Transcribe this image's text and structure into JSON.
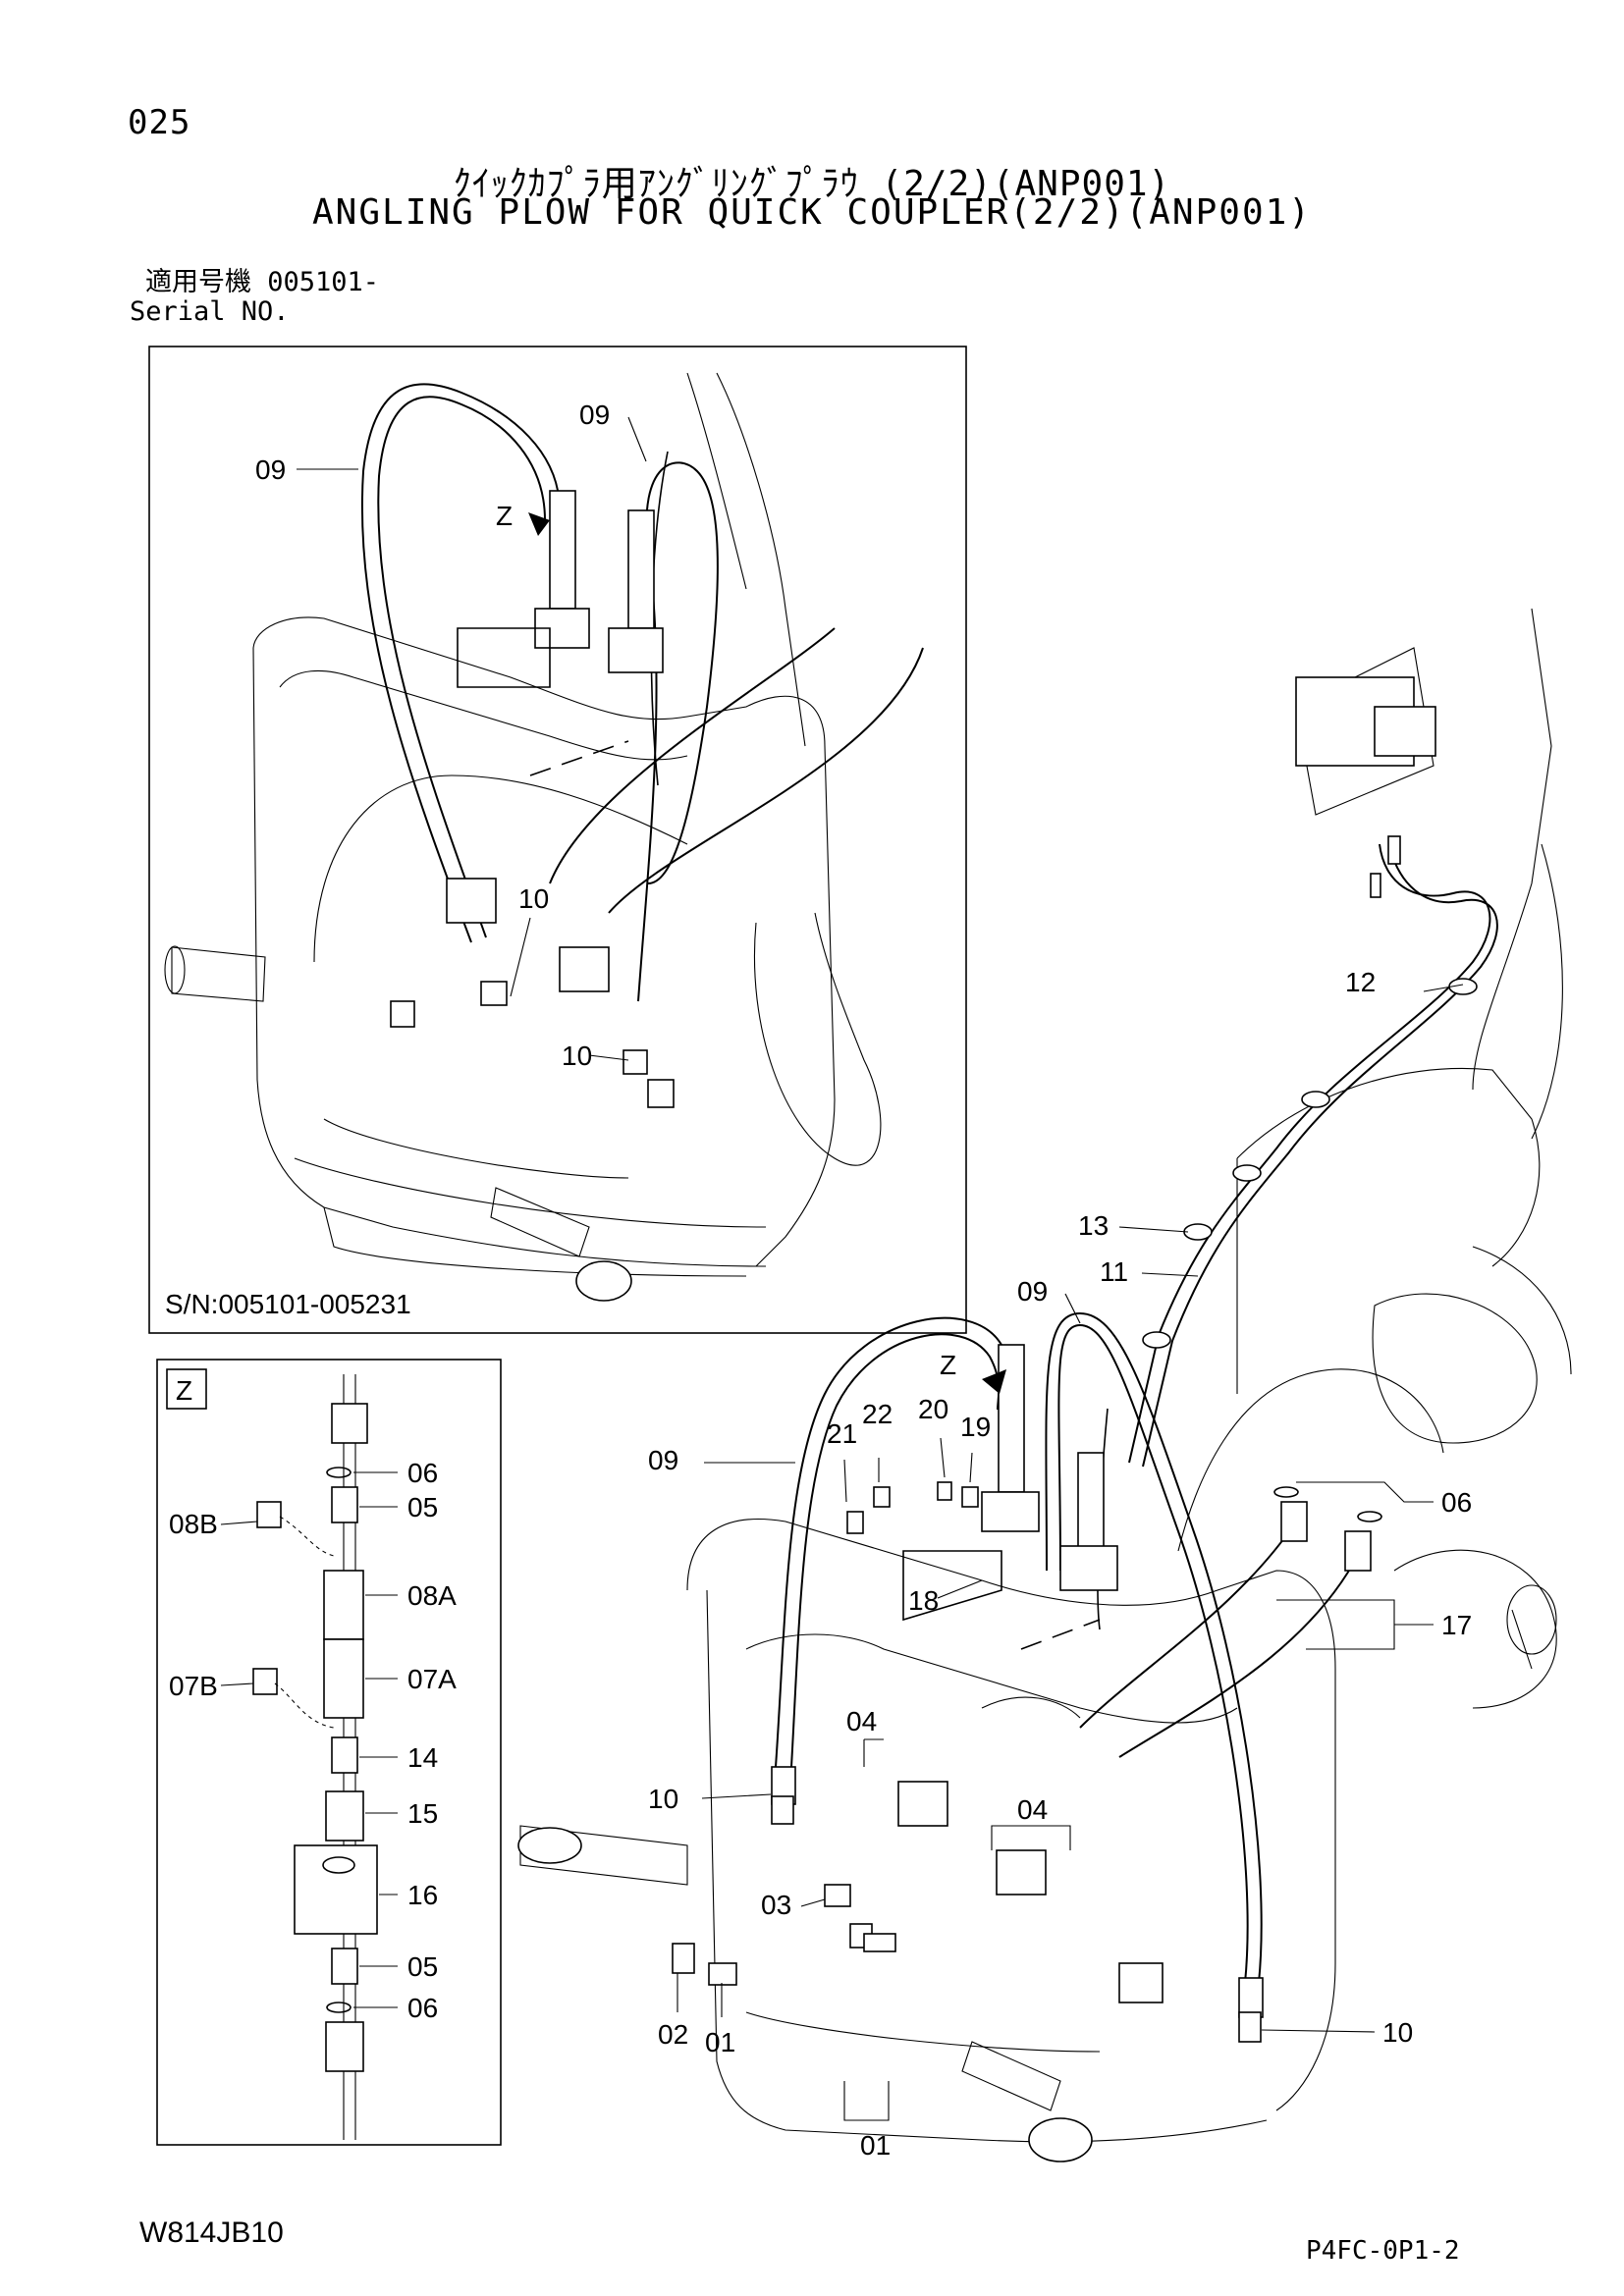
{
  "page": {
    "number": "025",
    "title_jp": "ｸｲｯｸｶﾌﾟﾗ用ｱﾝｸﾞﾘﾝｸﾞﾌﾟﾗｳ (2/2)(ANP001)",
    "title_en": "ANGLING PLOW FOR QUICK COUPLER(2/2)(ANP001)",
    "serial_label_jp": "適用号機 005101-",
    "serial_label_en": "Serial NO.",
    "drawing_code": "W814JB10",
    "sheet_code": "P4FC-0P1-2"
  },
  "inset_top": {
    "serial_range": "S/N:005101-005231",
    "labels": {
      "hose_left": "09",
      "hose_right": "09",
      "z_arrow": "Z",
      "fitting_upper": "10",
      "fitting_lower": "10"
    }
  },
  "detail_z": {
    "title": "Z",
    "parts": [
      "06",
      "05",
      "08B",
      "08A",
      "07B",
      "07A",
      "14",
      "15",
      "16",
      "05",
      "06"
    ]
  },
  "main_view": {
    "labels": {
      "harness": "12",
      "clip": "13",
      "wire": "11",
      "hose_right": "09",
      "hose_left": "09",
      "z_arrow": "Z",
      "bolt_a": "21",
      "washer_a": "22",
      "washer_b": "20",
      "bolt_b": "19",
      "bracket": "18",
      "oring": "06",
      "hose_pair": "17",
      "block_a": "04",
      "block_b": "04",
      "fitting_left": "10",
      "elbow": "03",
      "fitting_right": "10",
      "tee": "02",
      "adapter": "01",
      "cylinder_fittings": "01"
    }
  }
}
